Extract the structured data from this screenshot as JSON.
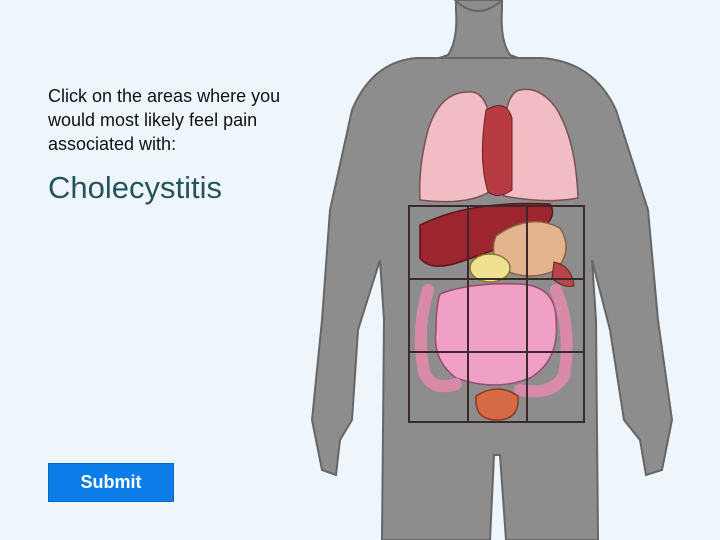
{
  "question": {
    "prompt": "Click on the areas where you would most likely feel pain associated with:",
    "condition": "Cholecystitis"
  },
  "submit_label": "Submit",
  "colors": {
    "background": "#eef6fc",
    "body_silhouette": "#8b8b8b",
    "heading": "#24555e",
    "button": "#0a7de8",
    "grid_lines": "#3c2a2a"
  },
  "abdomen_grid": {
    "rows": 3,
    "cols": 3,
    "regions": [
      "right-upper",
      "epigastric",
      "left-upper",
      "right-lateral",
      "umbilical",
      "left-lateral",
      "right-lower",
      "hypogastric",
      "left-lower"
    ]
  }
}
